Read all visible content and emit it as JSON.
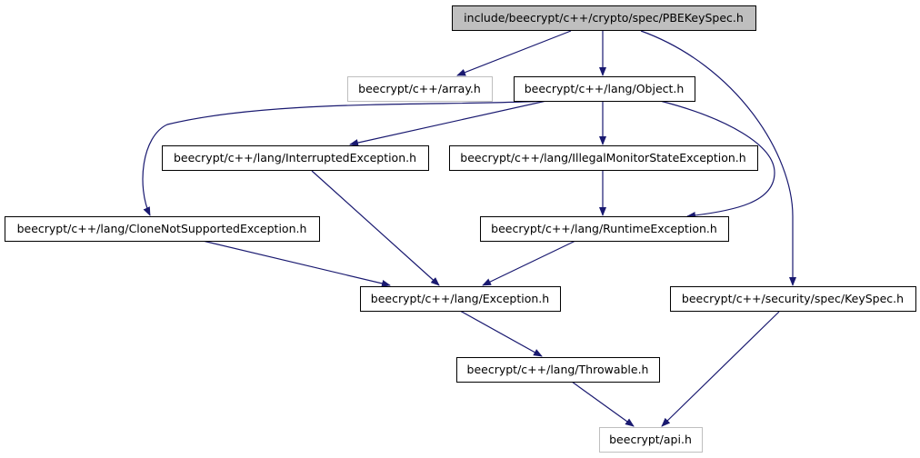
{
  "colors": {
    "edge": "#191970",
    "node_border": "#000000",
    "node_border_external": "#bfbfbf",
    "node_fill": "#ffffff",
    "root_fill": "#bfbfbf",
    "text": "#000000"
  },
  "nodes": {
    "pbekeyspec": {
      "label": "include/beecrypt/c++/crypto/spec/PBEKeySpec.h",
      "kind": "root"
    },
    "array": {
      "label": "beecrypt/c++/array.h",
      "kind": "external"
    },
    "object": {
      "label": "beecrypt/c++/lang/Object.h",
      "kind": "normal"
    },
    "interrupted": {
      "label": "beecrypt/c++/lang/InterruptedException.h",
      "kind": "normal"
    },
    "illegalmonitor": {
      "label": "beecrypt/c++/lang/IllegalMonitorStateException.h",
      "kind": "normal"
    },
    "clonenotsupported": {
      "label": "beecrypt/c++/lang/CloneNotSupportedException.h",
      "kind": "normal"
    },
    "runtime": {
      "label": "beecrypt/c++/lang/RuntimeException.h",
      "kind": "normal"
    },
    "exception": {
      "label": "beecrypt/c++/lang/Exception.h",
      "kind": "normal"
    },
    "keyspec": {
      "label": "beecrypt/c++/security/spec/KeySpec.h",
      "kind": "normal"
    },
    "throwable": {
      "label": "beecrypt/c++/lang/Throwable.h",
      "kind": "normal"
    },
    "api": {
      "label": "beecrypt/api.h",
      "kind": "external"
    }
  },
  "edges": [
    {
      "from": "pbekeyspec",
      "to": "array"
    },
    {
      "from": "pbekeyspec",
      "to": "object"
    },
    {
      "from": "pbekeyspec",
      "to": "keyspec"
    },
    {
      "from": "object",
      "to": "clonenotsupported"
    },
    {
      "from": "object",
      "to": "interrupted"
    },
    {
      "from": "object",
      "to": "illegalmonitor"
    },
    {
      "from": "object",
      "to": "runtime"
    },
    {
      "from": "interrupted",
      "to": "exception"
    },
    {
      "from": "illegalmonitor",
      "to": "runtime"
    },
    {
      "from": "clonenotsupported",
      "to": "exception"
    },
    {
      "from": "runtime",
      "to": "exception"
    },
    {
      "from": "exception",
      "to": "throwable"
    },
    {
      "from": "keyspec",
      "to": "api"
    },
    {
      "from": "throwable",
      "to": "api"
    }
  ]
}
